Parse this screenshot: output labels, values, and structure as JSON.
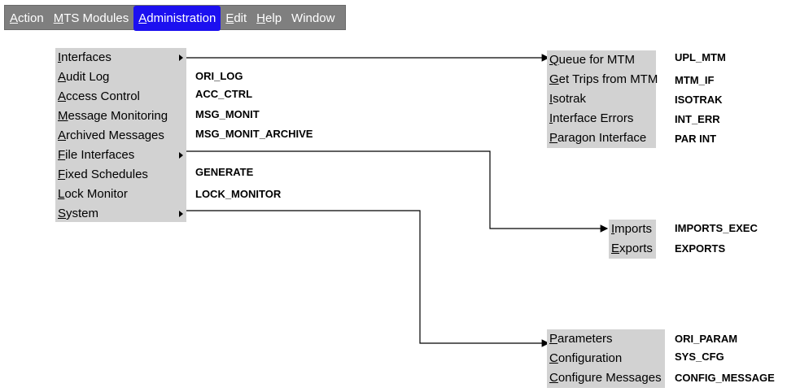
{
  "menubar": [
    {
      "first": "A",
      "rest": "ction"
    },
    {
      "first": "M",
      "rest": "TS Modules"
    },
    {
      "first": "A",
      "rest": "dministration",
      "active": true
    },
    {
      "first": "E",
      "rest": "dit"
    },
    {
      "first": "H",
      "rest": "elp"
    },
    {
      "first": "W",
      "rest": "indow",
      "no_underline": true
    }
  ],
  "admin_menu": [
    {
      "first": "I",
      "rest": "nterfaces",
      "submenu": true
    },
    {
      "first": "A",
      "rest": "udit Log",
      "code": "ORI_LOG"
    },
    {
      "first": "A",
      "rest": "ccess Control",
      "code": "ACC_CTRL"
    },
    {
      "first": "M",
      "rest": "essage Monitoring",
      "code": "MSG_MONIT"
    },
    {
      "first": "A",
      "rest": "rchived Messages",
      "code": "MSG_MONIT_ARCHIVE"
    },
    {
      "first": "F",
      "rest": "ile Interfaces",
      "submenu": true
    },
    {
      "first": "F",
      "rest": "ixed Schedules",
      "code": "GENERATE"
    },
    {
      "first": "L",
      "rest": "ock Monitor",
      "code": "LOCK_MONITOR"
    },
    {
      "first": "S",
      "rest": "ystem",
      "submenu": true
    }
  ],
  "interfaces_menu": [
    {
      "first": "Q",
      "rest": "ueue for MTM",
      "code": "UPL_MTM"
    },
    {
      "first": "G",
      "rest": "et Trips from MTM",
      "code": "MTM_IF"
    },
    {
      "first": "I",
      "rest": "sotrak",
      "code": "ISOTRAK"
    },
    {
      "first": "I",
      "rest": "nterface Errors",
      "code": "INT_ERR"
    },
    {
      "first": "P",
      "rest": "aragon Interface",
      "code": "PAR INT"
    }
  ],
  "file_interfaces_menu": [
    {
      "first": "I",
      "rest": "mports",
      "code": "IMPORTS_EXEC"
    },
    {
      "first": "E",
      "rest": "xports",
      "code": "EXPORTS"
    }
  ],
  "system_menu": [
    {
      "first": "P",
      "rest": "arameters",
      "code": "ORI_PARAM"
    },
    {
      "first": "C",
      "rest": "onfiguration",
      "code": "SYS_CFG"
    },
    {
      "first": "C",
      "rest": "onfigure Messages",
      "code": "CONFIG_MESSAGE"
    }
  ]
}
